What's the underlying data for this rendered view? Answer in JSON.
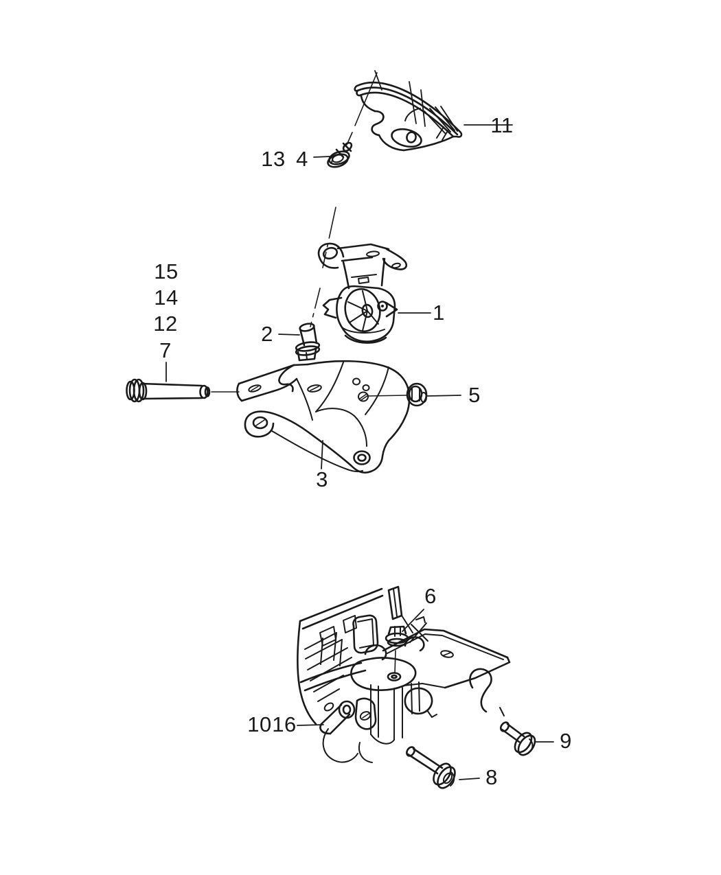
{
  "figure": {
    "background_color": "#ffffff",
    "line_color": "#1a1a1a"
  },
  "callouts": {
    "c11": {
      "label": "11"
    },
    "c13": {
      "label": "13"
    },
    "c4": {
      "label": "4"
    },
    "c15": {
      "label": "15"
    },
    "c14": {
      "label": "14"
    },
    "c12": {
      "label": "12"
    },
    "c7": {
      "label": "7"
    },
    "c2": {
      "label": "2"
    },
    "c1": {
      "label": "1"
    },
    "c5": {
      "label": "5"
    },
    "c3": {
      "label": "3"
    },
    "c6": {
      "label": "6"
    },
    "c10": {
      "label": "10"
    },
    "c16": {
      "label": "16"
    },
    "c9": {
      "label": "9"
    },
    "c8": {
      "label": "8"
    }
  }
}
